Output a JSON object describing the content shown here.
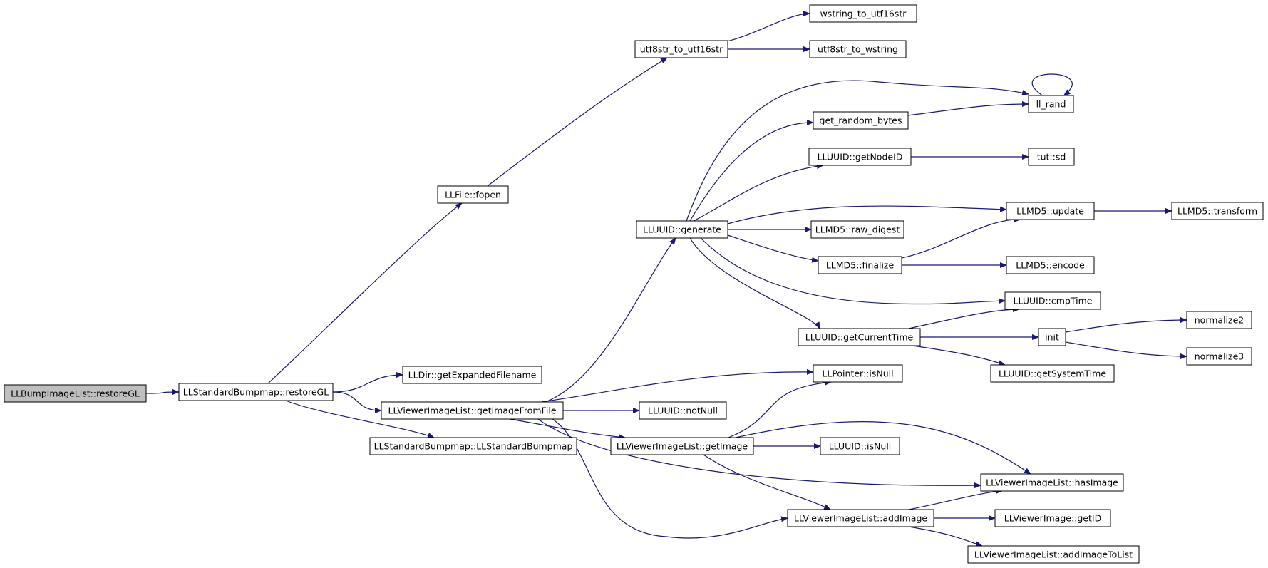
{
  "nodes": [
    {
      "id": "restoreGL_bump",
      "label": "LLBumpImageList::restoreGL",
      "root": true
    },
    {
      "id": "restoreGL_std",
      "label": "LLStandardBumpmap::restoreGL"
    },
    {
      "id": "fopen",
      "label": "LLFile::fopen"
    },
    {
      "id": "utf8_u16",
      "label": "utf8str_to_utf16str"
    },
    {
      "id": "wstr_u16",
      "label": "wstring_to_utf16str"
    },
    {
      "id": "utf8_wstr",
      "label": "utf8str_to_wstring"
    },
    {
      "id": "getExpanded",
      "label": "LLDir::getExpandedFilename"
    },
    {
      "id": "getImageFromFile",
      "label": "LLViewerImageList::getImageFromFile"
    },
    {
      "id": "stdBumpCtor",
      "label": "LLStandardBumpmap::LLStandardBumpmap"
    },
    {
      "id": "generate",
      "label": "LLUUID::generate"
    },
    {
      "id": "ll_rand",
      "label": "ll_rand"
    },
    {
      "id": "get_random_bytes",
      "label": "get_random_bytes"
    },
    {
      "id": "getNodeID",
      "label": "LLUUID::getNodeID"
    },
    {
      "id": "tut_sd",
      "label": "tut::sd"
    },
    {
      "id": "md5_update",
      "label": "LLMD5::update"
    },
    {
      "id": "md5_transform",
      "label": "LLMD5::transform"
    },
    {
      "id": "md5_raw_digest",
      "label": "LLMD5::raw_digest"
    },
    {
      "id": "md5_finalize",
      "label": "LLMD5::finalize"
    },
    {
      "id": "md5_encode",
      "label": "LLMD5::encode"
    },
    {
      "id": "cmpTime",
      "label": "LLUUID::cmpTime"
    },
    {
      "id": "getCurrentTime",
      "label": "LLUUID::getCurrentTime"
    },
    {
      "id": "init",
      "label": "init"
    },
    {
      "id": "normalize2",
      "label": "normalize2"
    },
    {
      "id": "normalize3",
      "label": "normalize3"
    },
    {
      "id": "getSystemTime",
      "label": "LLUUID::getSystemTime"
    },
    {
      "id": "ptr_isNull",
      "label": "LLPointer::isNull"
    },
    {
      "id": "notNull",
      "label": "LLUUID::notNull"
    },
    {
      "id": "getImage",
      "label": "LLViewerImageList::getImage"
    },
    {
      "id": "uuid_isNull",
      "label": "LLUUID::isNull"
    },
    {
      "id": "hasImage",
      "label": "LLViewerImageList::hasImage"
    },
    {
      "id": "addImage",
      "label": "LLViewerImageList::addImage"
    },
    {
      "id": "img_getID",
      "label": "LLViewerImage::getID"
    },
    {
      "id": "addImageToList",
      "label": "LLViewerImageList::addImageToList"
    }
  ],
  "edges": [
    [
      "restoreGL_bump",
      "restoreGL_std"
    ],
    [
      "restoreGL_std",
      "fopen"
    ],
    [
      "restoreGL_std",
      "getExpanded"
    ],
    [
      "restoreGL_std",
      "getImageFromFile"
    ],
    [
      "restoreGL_std",
      "stdBumpCtor"
    ],
    [
      "fopen",
      "utf8_u16"
    ],
    [
      "utf8_u16",
      "wstr_u16"
    ],
    [
      "utf8_u16",
      "utf8_wstr"
    ],
    [
      "getImageFromFile",
      "generate"
    ],
    [
      "getImageFromFile",
      "ptr_isNull"
    ],
    [
      "getImageFromFile",
      "notNull"
    ],
    [
      "getImageFromFile",
      "getImage"
    ],
    [
      "getImageFromFile",
      "hasImage"
    ],
    [
      "getImageFromFile",
      "addImage"
    ],
    [
      "generate",
      "ll_rand"
    ],
    [
      "generate",
      "get_random_bytes"
    ],
    [
      "generate",
      "getNodeID"
    ],
    [
      "generate",
      "md5_update"
    ],
    [
      "generate",
      "md5_raw_digest"
    ],
    [
      "generate",
      "md5_finalize"
    ],
    [
      "generate",
      "cmpTime"
    ],
    [
      "generate",
      "getCurrentTime"
    ],
    [
      "get_random_bytes",
      "ll_rand"
    ],
    [
      "ll_rand",
      "ll_rand"
    ],
    [
      "getNodeID",
      "tut_sd"
    ],
    [
      "md5_update",
      "md5_transform"
    ],
    [
      "md5_finalize",
      "md5_update"
    ],
    [
      "md5_finalize",
      "md5_encode"
    ],
    [
      "getCurrentTime",
      "cmpTime"
    ],
    [
      "getCurrentTime",
      "init"
    ],
    [
      "getCurrentTime",
      "getSystemTime"
    ],
    [
      "init",
      "normalize2"
    ],
    [
      "init",
      "normalize3"
    ],
    [
      "getImage",
      "ptr_isNull"
    ],
    [
      "getImage",
      "uuid_isNull"
    ],
    [
      "getImage",
      "hasImage"
    ],
    [
      "getImage",
      "addImage"
    ],
    [
      "addImage",
      "hasImage"
    ],
    [
      "addImage",
      "img_getID"
    ],
    [
      "addImage",
      "addImageToList"
    ]
  ]
}
